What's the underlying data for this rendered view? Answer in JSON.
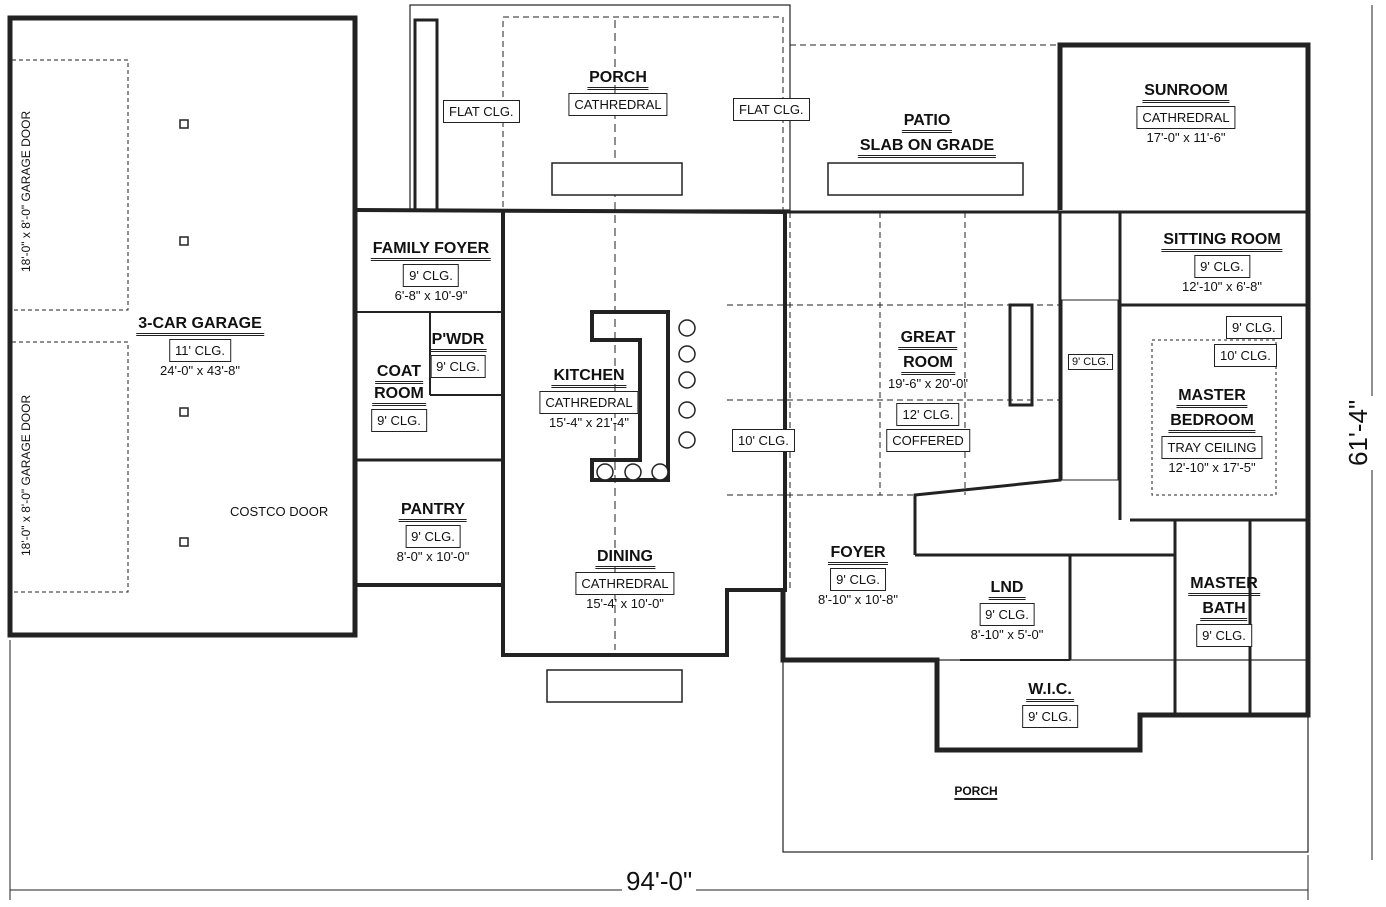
{
  "rooms": {
    "garage": {
      "name": "3-CAR GARAGE",
      "ceiling": "11' CLG.",
      "size": "24'-0\" x 43'-8\""
    },
    "family_foyer": {
      "name": "FAMILY FOYER",
      "ceiling": "9' CLG.",
      "size": "6'-8\" x 10'-9\""
    },
    "powder": {
      "name": "P'WDR",
      "ceiling": "9' CLG."
    },
    "coat_room": {
      "name1": "COAT",
      "name2": "ROOM",
      "ceiling": "9' CLG."
    },
    "pantry": {
      "name": "PANTRY",
      "ceiling": "9' CLG.",
      "size": "8'-0\" x 10'-0\""
    },
    "kitchen": {
      "name": "KITCHEN",
      "ceiling": "CATHREDRAL",
      "size": "15'-4\" x 21'-4\""
    },
    "dining": {
      "name": "DINING",
      "ceiling": "CATHREDRAL",
      "size": "15'-4' x 10'-0\""
    },
    "porch_top": {
      "name": "PORCH",
      "ceiling": "CATHREDRAL"
    },
    "patio": {
      "name1": "PATIO",
      "name2": "SLAB ON GRADE"
    },
    "great_room": {
      "name1": "GREAT",
      "name2": "ROOM",
      "size": "19'-6\" x 20'-0\"",
      "ceiling": "12' CLG.",
      "ceiling2": "COFFERED"
    },
    "sunroom": {
      "name": "SUNROOM",
      "ceiling": "CATHREDRAL",
      "size": "17'-0\" x 11'-6\""
    },
    "sitting_room": {
      "name": "SITTING ROOM",
      "ceiling": "9' CLG.",
      "size": "12'-10\" x 6'-8\""
    },
    "master_bedroom": {
      "name1": "MASTER",
      "name2": "BEDROOM",
      "ceiling": "TRAY CEILING",
      "size": "12'-10\" x 17'-5\""
    },
    "foyer": {
      "name": "FOYER",
      "ceiling": "9' CLG.",
      "size": "8'-10\" x 10'-8\""
    },
    "laundry": {
      "name": "LND",
      "ceiling": "9' CLG.",
      "size": "8'-10\" x 5'-0\""
    },
    "wic": {
      "name": "W.I.C.",
      "ceiling": "9' CLG."
    },
    "master_bath": {
      "name1": "MASTER",
      "name2": "BATH",
      "ceiling": "9' CLG."
    },
    "porch_bottom": {
      "name": "PORCH"
    }
  },
  "annotations": {
    "flat_clg_left": "FLAT CLG.",
    "flat_clg_right": "FLAT CLG.",
    "ten_clg": "10' CLG.",
    "nine_clg_stair": "9' CLG.",
    "nine_clg_master": "9' CLG.",
    "ten_clg_master": "10' CLG.",
    "costco_door": "COSTCO DOOR",
    "garage_door_1": "18'-0\" x 8'-0\" GARAGE DOOR",
    "garage_door_2": "18'-0\" x 8'-0\" GARAGE DOOR"
  },
  "dimensions": {
    "width": "94'-0\"",
    "depth": "61'-4\""
  }
}
